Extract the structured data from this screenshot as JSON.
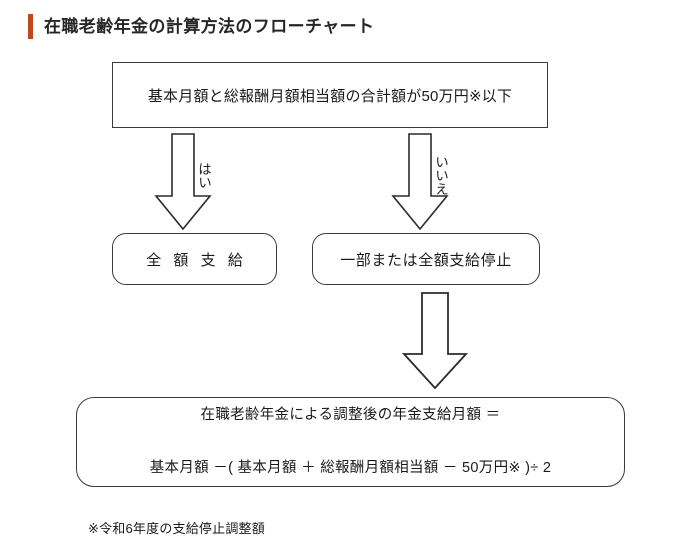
{
  "header": {
    "title": "在職老齢年金の計算方法のフローチャート",
    "accent_color": "#c0481f"
  },
  "flowchart": {
    "condition_box": {
      "label": "基本月額と総報酬月額相当額の合計額が50万円※以下",
      "shape": "rectangle"
    },
    "branches": [
      {
        "label": "はい",
        "icon": "down-arrow-icon",
        "target": "全額支給"
      },
      {
        "label": "いいえ",
        "icon": "down-arrow-icon",
        "target": "一部または全額支給停止"
      }
    ],
    "outcome_yes": {
      "label": "全 額 支 給",
      "shape": "rounded-rectangle"
    },
    "outcome_no": {
      "label": "一部または全額支給停止",
      "shape": "rounded-rectangle"
    },
    "flow_arrow": {
      "icon": "down-arrow-icon"
    },
    "formula_box": {
      "line1": "在職老齢年金による調整後の年金支給月額 ＝",
      "line2": "基本月額 －( 基本月額 ＋ 総報酬月額相当額 － 50万円※ )÷ 2",
      "shape": "rounded-rectangle"
    }
  },
  "footnote": {
    "text": "※令和6年度の支給停止調整額"
  },
  "colors": {
    "border": "#3a3a3a",
    "text": "#1a1a1a",
    "background": "#ffffff",
    "accent": "#c0481f"
  }
}
